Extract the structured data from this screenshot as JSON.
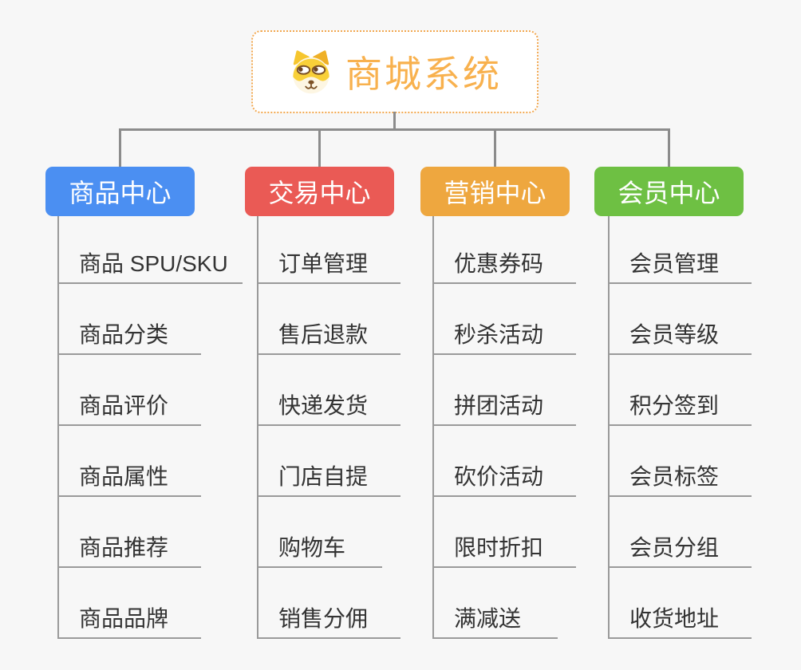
{
  "page": {
    "background_color": "#f7f7f7",
    "connector_color": "#8c8c8c"
  },
  "root": {
    "title": "商城系统",
    "icon": "dog-face-icon",
    "text_color": "#f8b14e",
    "border_color": "#f2a850"
  },
  "branches": [
    {
      "label": "商品中心",
      "color": "#4b8ff2",
      "items": [
        "商品 SPU/SKU",
        "商品分类",
        "商品评价",
        "商品属性",
        "商品推荐",
        "商品品牌"
      ]
    },
    {
      "label": "交易中心",
      "color": "#ea5a55",
      "items": [
        "订单管理",
        "售后退款",
        "快递发货",
        "门店自提",
        "购物车",
        "销售分佣"
      ]
    },
    {
      "label": "营销中心",
      "color": "#eea73f",
      "items": [
        "优惠券码",
        "秒杀活动",
        "拼团活动",
        "砍价活动",
        "限时折扣",
        "满减送"
      ]
    },
    {
      "label": "会员中心",
      "color": "#6ec043",
      "items": [
        "会员管理",
        "会员等级",
        "积分签到",
        "会员标签",
        "会员分组",
        "收货地址"
      ]
    }
  ]
}
